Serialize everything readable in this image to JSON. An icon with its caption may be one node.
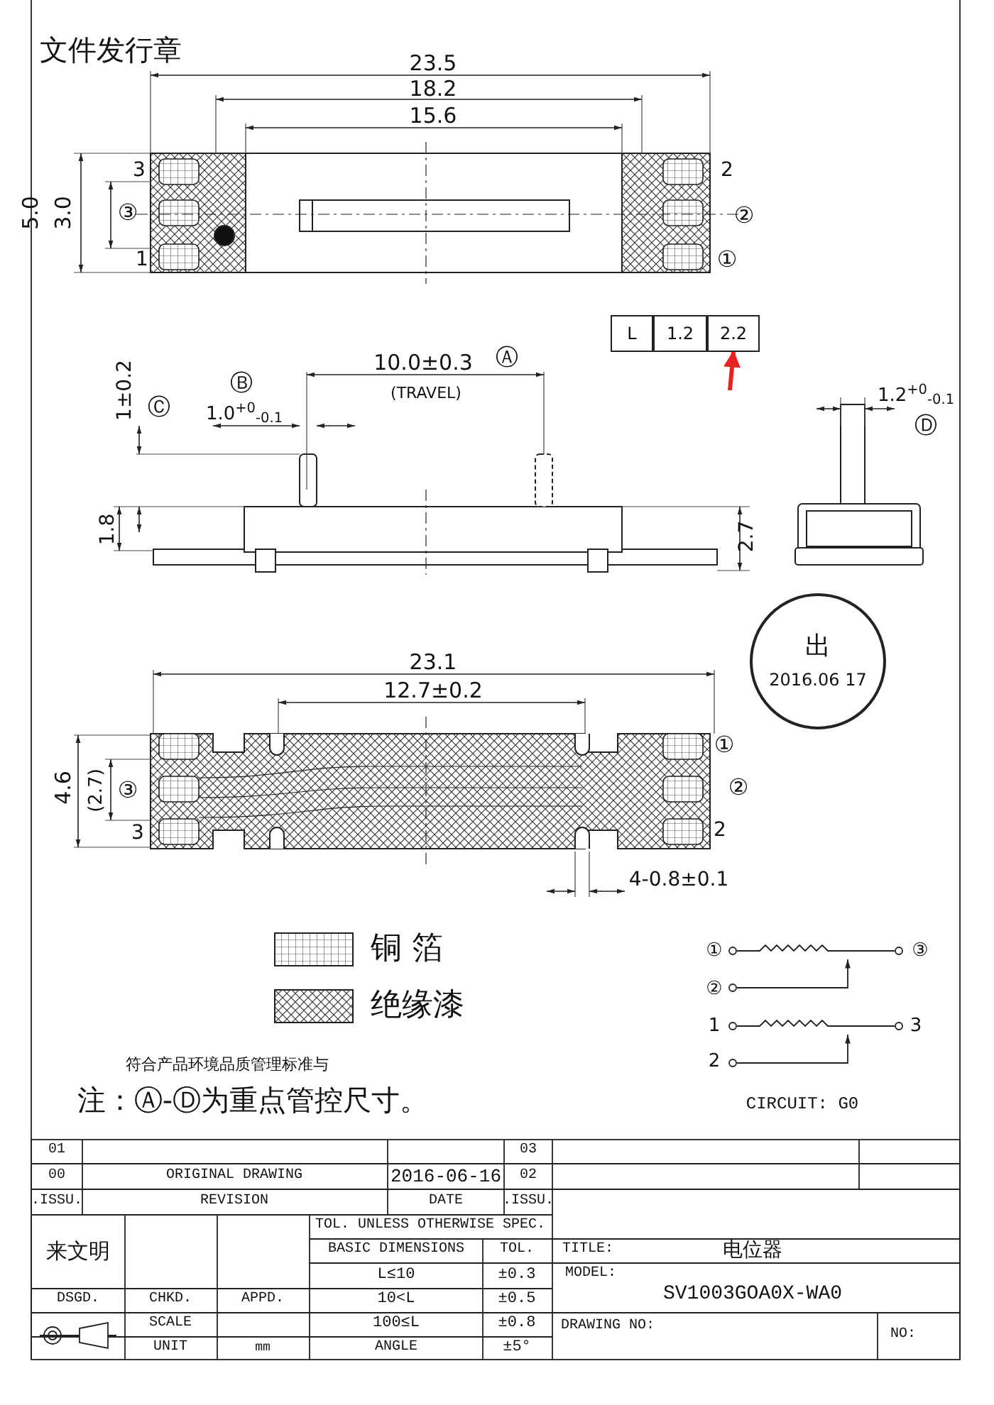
{
  "diagram": {
    "nodes": [
      {
        "text": [
          "L"
        ]
      },
      {
        "text": [
          "1.2"
        ]
      },
      {
        "text": [
          "2.2"
        ]
      },
      {
        "text": [
          "出",
          "2016.06 17"
        ]
      }
    ],
    "edges": [
      {
        "from": null,
        "to": 2,
        "arrow": "to",
        "color": "#e8231f"
      }
    ],
    "labels": [
      "文件发行章",
      "23.5",
      "18.2",
      "15.6",
      "5.0",
      "3.0",
      "3",
      "③",
      "1",
      "2",
      "②",
      "①",
      "10.0±0.3",
      "Ⓐ",
      "(TRAVEL)",
      "1±0.2",
      "Ⓒ",
      "Ⓑ",
      "1.0$^{+0}$$_{-0.1}$",
      "1.2$^{+0}$$_{-0.1}$",
      "Ⓓ",
      "1.8",
      "2.7",
      "23.1",
      "12.7±0.2",
      "4.6",
      "(2.7)",
      "③",
      "3",
      "①",
      "②",
      "2",
      "4-0.8±0.1",
      "①",
      "③",
      "②",
      "1",
      "3",
      "2",
      "CIRCUIT: G0",
      "符合产品环境品质管理标准与",
      "注：Ⓐ-Ⓓ为重点管控尺寸。",
      "01",
      "03",
      "00",
      "ORIGINAL DRAWING",
      "2016-06-16",
      "02",
      ".ISSU.",
      "REVISION",
      "DATE",
      ".ISSU.",
      "来文明",
      "TOL. UNLESS OTHERWISE SPEC.",
      "BASIC DIMENSIONS",
      "TOL.",
      "TITLE:",
      "电位器",
      "L≤10",
      "±0.3",
      "MODEL:",
      "DSGD.",
      "CHKD.",
      "APPD.",
      "10<L",
      "±0.5",
      "SV1003GOA0X-WA0",
      "SCALE",
      "100≤L",
      "±0.8",
      "DRAWING NO:",
      "NO:",
      "UNIT",
      "mm",
      "ANGLE",
      "±5°"
    ],
    "legend": [
      {
        "text": "铜 箔"
      },
      {
        "text": "绝缘漆"
      }
    ]
  }
}
